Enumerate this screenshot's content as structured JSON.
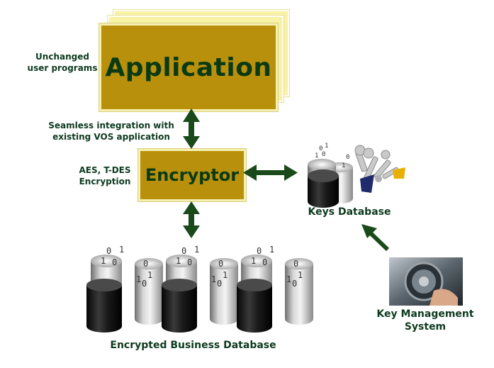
{
  "application": {
    "title": "Application"
  },
  "unchanged": {
    "line1": "Unchanged",
    "line2": "user programs"
  },
  "integration": {
    "line1": "Seamless integration with",
    "line2": "existing VOS application"
  },
  "encryption": {
    "line1": "AES, T-DES",
    "line2": "Encryption"
  },
  "encryptor": {
    "title": "Encryptor"
  },
  "keys_database": {
    "label": "Keys Database"
  },
  "business_database": {
    "label": "Encrypted Business Database"
  },
  "key_management": {
    "line1": "Key Management",
    "line2": "System"
  },
  "binary_digits": {
    "zero": "0",
    "one": "1"
  },
  "colors": {
    "box_fill": "#b8900c",
    "box_border": "#f6f0b0",
    "text_green": "#0a3a14",
    "arrow_green": "#1a4a1a"
  }
}
